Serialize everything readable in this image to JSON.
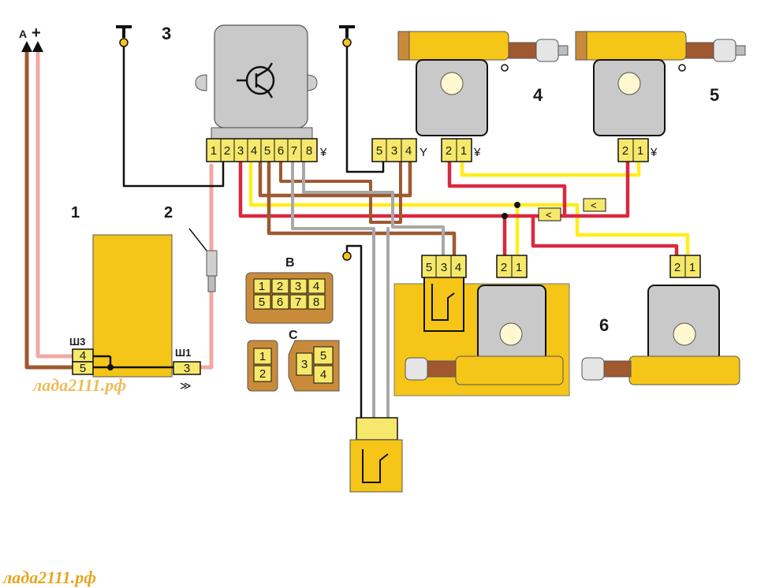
{
  "colors": {
    "yellow": "#f5c518",
    "connector": "#f6e86a",
    "red": "#d9283f",
    "brown": "#a0582f",
    "pink": "#f2a8a3",
    "bright_yellow": "#ffee1a",
    "gray": "#a8a8a8",
    "black": "#111111",
    "watermark": "#e6a520"
  },
  "terminals": {
    "a": "A",
    "plus": "+"
  },
  "components": {
    "c1": "1",
    "c2": "2",
    "c3": "3",
    "c4": "4",
    "c5": "5",
    "c6": "6"
  },
  "connectors": {
    "sh3": "Ш3",
    "sh3_pins": [
      "4",
      "5"
    ],
    "sh1": "Ш1",
    "sh1_pins": [
      "3"
    ],
    "ecu_pins": [
      "1",
      "2",
      "3",
      "4",
      "5",
      "6",
      "7",
      "8"
    ],
    "relay_pins": [
      "5",
      "3",
      "4"
    ],
    "motor_pins": [
      "2",
      "1"
    ],
    "switch_pins": [
      "5",
      "3",
      "4"
    ]
  },
  "legend": {
    "b_label": "B",
    "b_pins": [
      "1",
      "2",
      "3",
      "4",
      "5",
      "6",
      "7",
      "8"
    ],
    "c_label": "C",
    "c2_pins": [
      "1",
      "2"
    ],
    "c3_pins": [
      "3",
      "5",
      "4"
    ]
  },
  "watermarks": {
    "inner": "лада2111.рф",
    "bottom": "лада2111.рф"
  }
}
